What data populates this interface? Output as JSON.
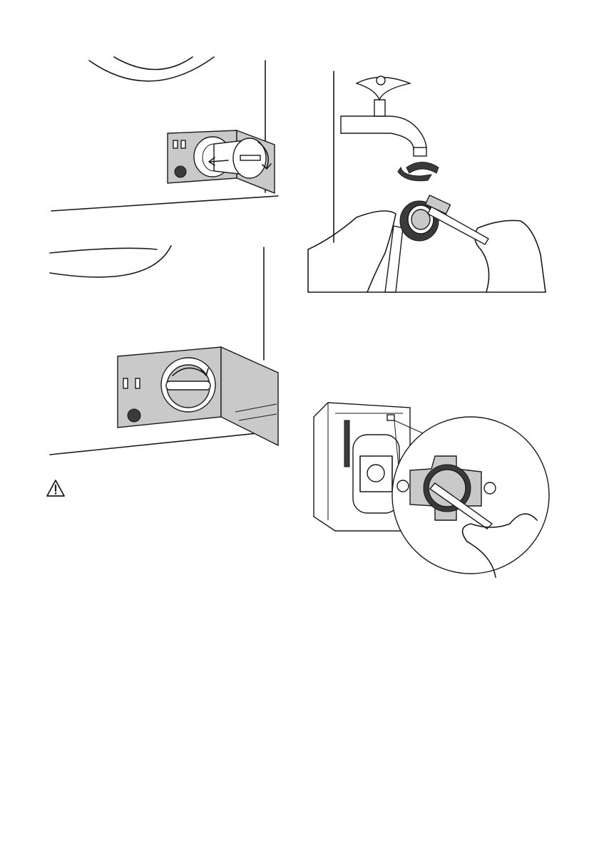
{
  "page": {
    "background": "#ffffff",
    "line_color": "#1a1a1a",
    "panel_fill": "#c9c9c9"
  },
  "figures": [
    {
      "id": "drain-open",
      "icon": "drain-pump-filter-unscrew-illustration"
    },
    {
      "id": "drain-close",
      "icon": "drain-pump-filter-tighten-illustration"
    },
    {
      "id": "tap-clean",
      "icon": "hose-filter-brush-cleaning-illustration"
    },
    {
      "id": "inlet-filter",
      "icon": "inlet-valve-filter-brush-illustration"
    }
  ],
  "warning": {
    "icon": "warning-triangle-icon"
  }
}
